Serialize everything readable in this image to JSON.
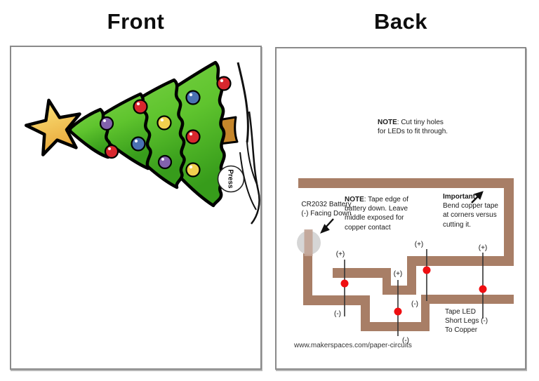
{
  "titles": {
    "front": "Front",
    "back": "Back"
  },
  "colors": {
    "copper": "#A87E66",
    "copper_light": "#C2A496",
    "battery_gray": "#D6D6D6",
    "led_dot": "#EF0E11",
    "tree_green_light": "#79D145",
    "tree_green": "#5FC42E",
    "tree_green_dark": "#379C1B",
    "star_light": "#FCE87F",
    "star_dark": "#E9A93B",
    "trunk": "#C5862B",
    "ornament_red": "#D8272E",
    "ornament_blue": "#4A71B2",
    "ornament_purple": "#8262AC",
    "ornament_yellow": "#F2D04F"
  },
  "front": {
    "press_label": "Press"
  },
  "back": {
    "note_holes_bold": "NOTE",
    "note_holes_text": ": Cut tiny holes\nfor LEDs to fit through.",
    "battery_caption": "CR2032 Battery\n(-) Facing Down",
    "note_tape_bold": "NOTE",
    "note_tape_text": ": Tape edge of\nbattery down.  Leave\nmiddle exposed for\ncopper contact",
    "important_bold": "Important:",
    "important_text": "\nBend copper tape\nat corners versus\ncutting it.",
    "tape_led_text": "Tape LED\nShort Legs (-)\nTo Copper",
    "url": "www.makerspaces.com/paper-circuits",
    "leds": [
      {
        "plus": "(+)",
        "minus": "(-)"
      },
      {
        "plus": "(+)",
        "minus": "(-)"
      },
      {
        "plus": "(+)",
        "minus": "(-)"
      },
      {
        "plus": "(+)"
      }
    ]
  }
}
